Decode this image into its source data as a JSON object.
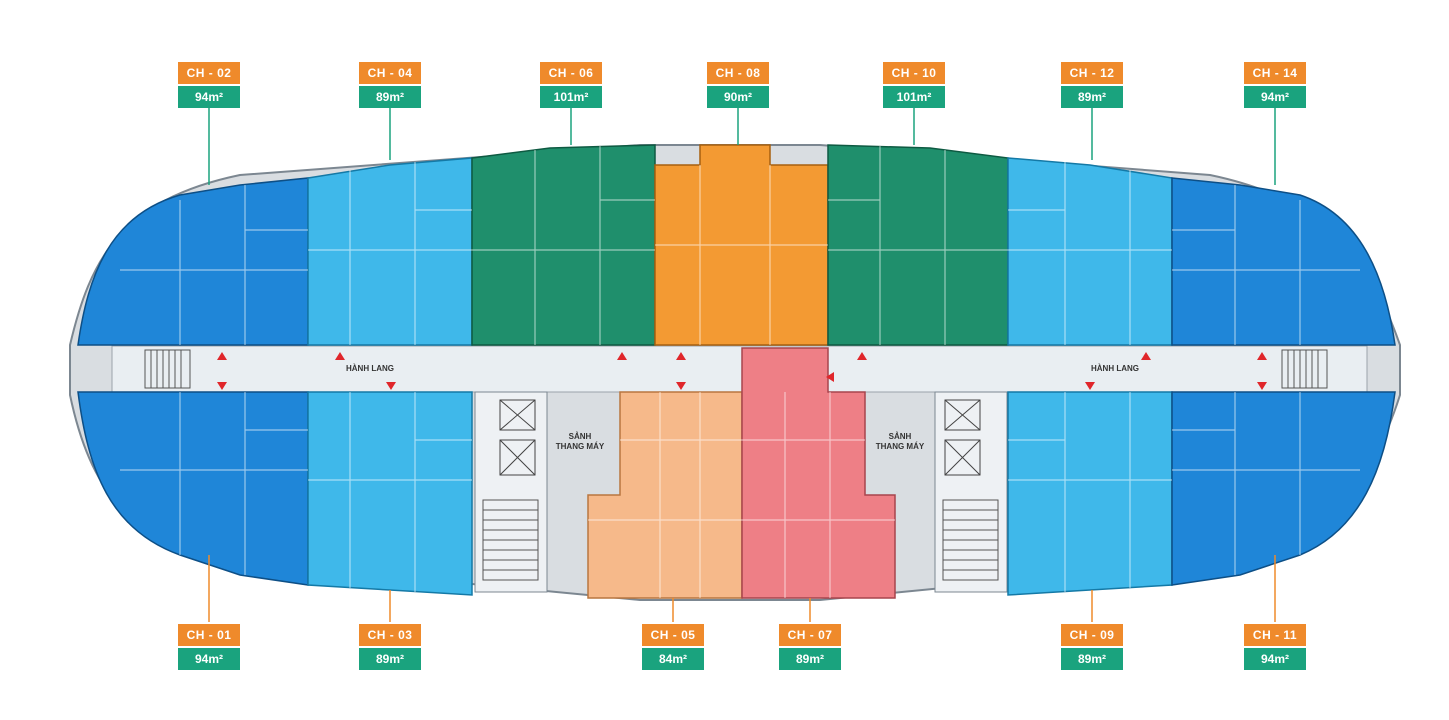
{
  "apartments_top": [
    {
      "code": "CH - 02",
      "area": "94m²"
    },
    {
      "code": "CH - 04",
      "area": "89m²"
    },
    {
      "code": "CH - 06",
      "area": "101m²"
    },
    {
      "code": "CH - 08",
      "area": "90m²"
    },
    {
      "code": "CH - 10",
      "area": "101m²"
    },
    {
      "code": "CH - 12",
      "area": "89m²"
    },
    {
      "code": "CH - 14",
      "area": "94m²"
    }
  ],
  "apartments_bottom": [
    {
      "code": "CH - 01",
      "area": "94m²"
    },
    {
      "code": "CH - 03",
      "area": "89m²"
    },
    {
      "code": "CH - 05",
      "area": "84m²"
    },
    {
      "code": "CH - 07",
      "area": "89m²"
    },
    {
      "code": "CH - 09",
      "area": "89m²"
    },
    {
      "code": "CH - 11",
      "area": "94m²"
    }
  ],
  "labels": {
    "corridor_left": "HÀNH LANG",
    "corridor_right": "HÀNH LANG",
    "lobby_left_1": "SẢNH",
    "lobby_left_2": "THANG MÁY",
    "lobby_right_1": "SẢNH",
    "lobby_right_2": "THANG MÁY"
  },
  "colors": {
    "tag_code": "#ef8a2b",
    "tag_area": "#1aa37e",
    "unit_dark_blue": "#1f86d8",
    "unit_light_blue": "#3fb8ea",
    "unit_green": "#1f8f6c",
    "unit_orange": "#f39a33",
    "unit_peach": "#f6b98a",
    "unit_pink": "#ee7f86",
    "corridor": "#e9eef2",
    "arrow_red": "#e0262b",
    "leader_green": "#1aa37e",
    "leader_orange": "#ef8a2b"
  }
}
